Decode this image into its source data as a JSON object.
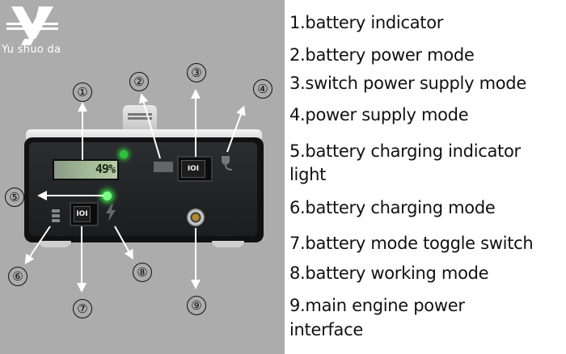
{
  "brand": {
    "logo_icon": "yv-monogram-logo",
    "name": "Yu shuo da"
  },
  "device": {
    "lcd_display_value": "49%",
    "power_switch_label": "IOI",
    "mode_switch_label": "IOI",
    "indicator_led_color": "#39e04a",
    "status_led_color": "#2fc23d"
  },
  "callouts": [
    {
      "number": "①",
      "target": "battery-indicator"
    },
    {
      "number": "②",
      "target": "battery-power-mode"
    },
    {
      "number": "③",
      "target": "switch-power-supply-mode"
    },
    {
      "number": "④",
      "target": "power-supply-mode"
    },
    {
      "number": "⑤",
      "target": "battery-charging-indicator-light"
    },
    {
      "number": "⑥",
      "target": "battery-charging-mode"
    },
    {
      "number": "⑦",
      "target": "battery-mode-toggle-switch"
    },
    {
      "number": "⑧",
      "target": "battery-working-mode"
    },
    {
      "number": "⑨",
      "target": "main-engine-power-interface"
    }
  ],
  "legend": [
    {
      "lines": [
        "1.battery indicator"
      ]
    },
    {
      "lines": [
        "2.battery power mode"
      ]
    },
    {
      "lines": [
        "3.switch power supply mode"
      ]
    },
    {
      "lines": [
        "4.power supply mode"
      ]
    },
    {
      "lines": [
        "5.battery charging indicator",
        "light"
      ]
    },
    {
      "lines": [
        "6.battery charging mode"
      ]
    },
    {
      "lines": [
        "7.battery mode toggle switch"
      ]
    },
    {
      "lines": [
        "8.battery working mode"
      ]
    },
    {
      "lines": [
        "9.main engine power",
        "interface"
      ]
    }
  ],
  "colors": {
    "left_background": "#acacac",
    "right_background": "#ffffff",
    "arrow": "#ffffff",
    "text": "#111111"
  }
}
